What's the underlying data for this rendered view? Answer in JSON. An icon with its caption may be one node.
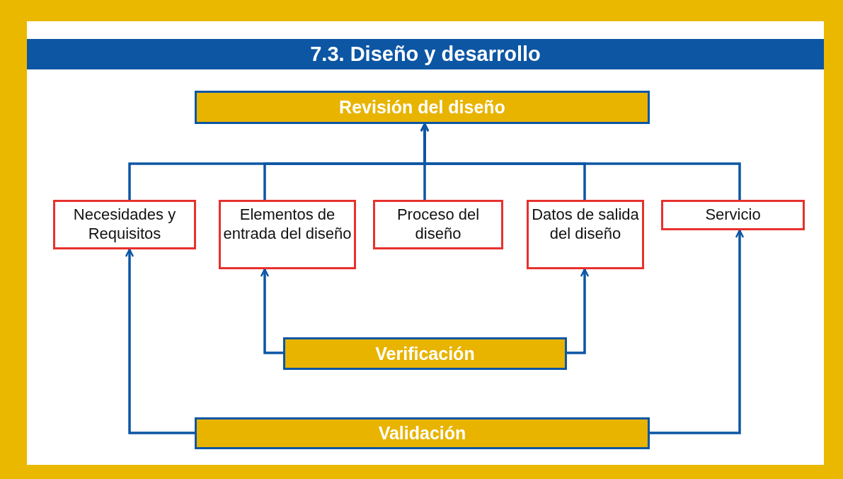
{
  "diagram": {
    "title": "7.3. Diseño y desarrollo",
    "nodes": [
      {
        "text": [
          "Revisión del diseño"
        ]
      },
      {
        "text": [
          "Necesidades y Requisitos"
        ]
      },
      {
        "text": [
          "Elementos de entrada del diseño"
        ]
      },
      {
        "text": [
          "Proceso del diseño"
        ]
      },
      {
        "text": [
          "Datos de salida del diseño"
        ]
      },
      {
        "text": [
          "Servicio"
        ]
      },
      {
        "text": [
          "Verificación"
        ]
      },
      {
        "text": [
          "Validación"
        ]
      }
    ],
    "edges": [
      {
        "from": 1,
        "to": 0,
        "arrow": "to"
      },
      {
        "from": 2,
        "to": 0,
        "arrow": "to"
      },
      {
        "from": 3,
        "to": 0,
        "arrow": "to"
      },
      {
        "from": 4,
        "to": 0,
        "arrow": "to"
      },
      {
        "from": 5,
        "to": 0,
        "arrow": "to"
      },
      {
        "from": 6,
        "to": 2,
        "arrow": "to"
      },
      {
        "from": 6,
        "to": 4,
        "arrow": "to"
      },
      {
        "from": 7,
        "to": 1,
        "arrow": "to"
      },
      {
        "from": 7,
        "to": 5,
        "arrow": "to"
      }
    ]
  }
}
